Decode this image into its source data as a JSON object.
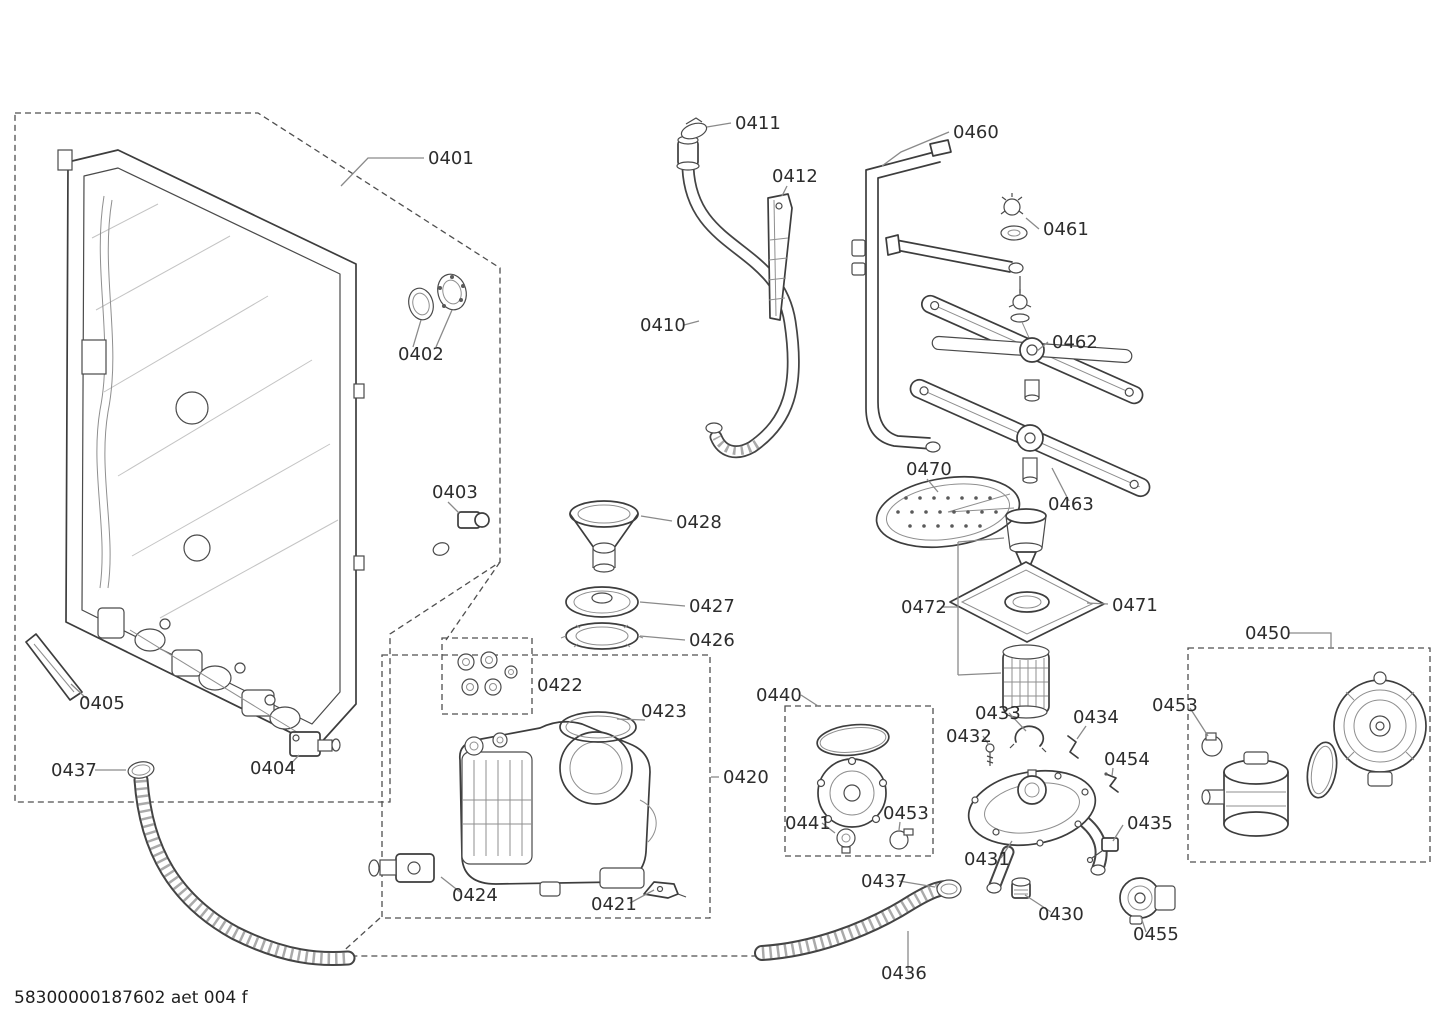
{
  "footer": {
    "code": "58300000187602 aet 004 f"
  },
  "parts": {
    "0401": "0401",
    "0402": "0402",
    "0403": "0403",
    "0404": "0404",
    "0405": "0405",
    "0410": "0410",
    "0411": "0411",
    "0412": "0412",
    "0420": "0420",
    "0421": "0421",
    "0422": "0422",
    "0423": "0423",
    "0424": "0424",
    "0426": "0426",
    "0427": "0427",
    "0428": "0428",
    "0430": "0430",
    "0431": "0431",
    "0432": "0432",
    "0433": "0433",
    "0434": "0434",
    "0435": "0435",
    "0436": "0436",
    "0437a": "0437",
    "0437b": "0437",
    "0440": "0440",
    "0441": "0441",
    "0450": "0450",
    "0453a": "0453",
    "0453b": "0453",
    "0454": "0454",
    "0455": "0455",
    "0460": "0460",
    "0461": "0461",
    "0462": "0462",
    "0463": "0463",
    "0470": "0470",
    "0471": "0471",
    "0472": "0472"
  }
}
